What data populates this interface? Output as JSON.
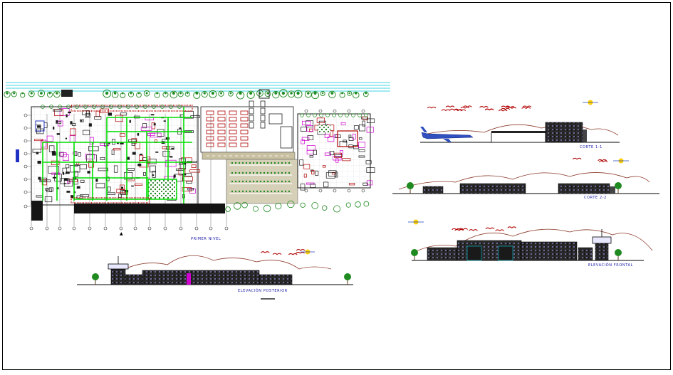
{
  "drawing": {
    "labels": {
      "plan": "PRIMER NIVEL",
      "section_1": "CORTE 1-1",
      "section_2": "CORTE 2-2",
      "elevation_front": "ELEVACIÓN FRONTAL",
      "elevation_rear": "ELEVACIÓN POSTERIOR"
    },
    "colors": {
      "background": "#ffffff",
      "frame": "#000000",
      "walls": "#1a1a1a",
      "grid_green": "#00dd00",
      "furniture_red": "#b00000",
      "magenta": "#d000d0",
      "water_cyan": "#00c8d8",
      "hills_brown": "#8b3a2a",
      "tree_green": "#1f8a1f",
      "sun_yellow": "#ffd000",
      "label_blue": "#1a1aa8"
    }
  }
}
